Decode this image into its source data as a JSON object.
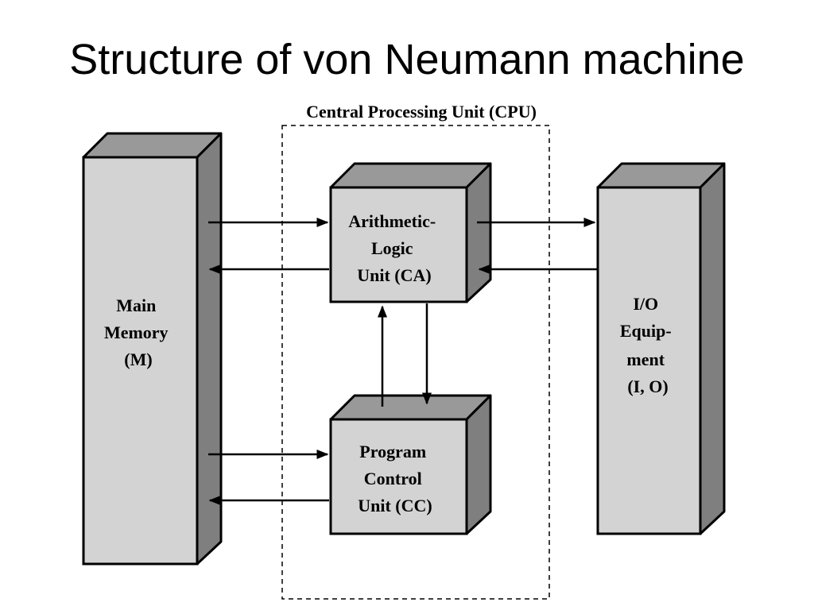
{
  "title": "Structure of von Neumann machine",
  "cpu": {
    "label": "Central Processing Unit (CPU)"
  },
  "colors": {
    "face": "#d3d3d3",
    "top": "#999999",
    "side": "#7f7f7f",
    "stroke": "#000000"
  },
  "blocks": {
    "main_memory": {
      "lines": [
        "Main",
        "Memory",
        "(M)"
      ]
    },
    "alu": {
      "lines": [
        "Arithmetic-",
        "Logic",
        "Unit (CA)"
      ]
    },
    "pcu": {
      "lines": [
        "Program",
        "Control",
        "Unit (CC)"
      ]
    },
    "io": {
      "lines": [
        "I/O",
        "Equip-",
        "ment",
        "(I, O)"
      ]
    }
  }
}
